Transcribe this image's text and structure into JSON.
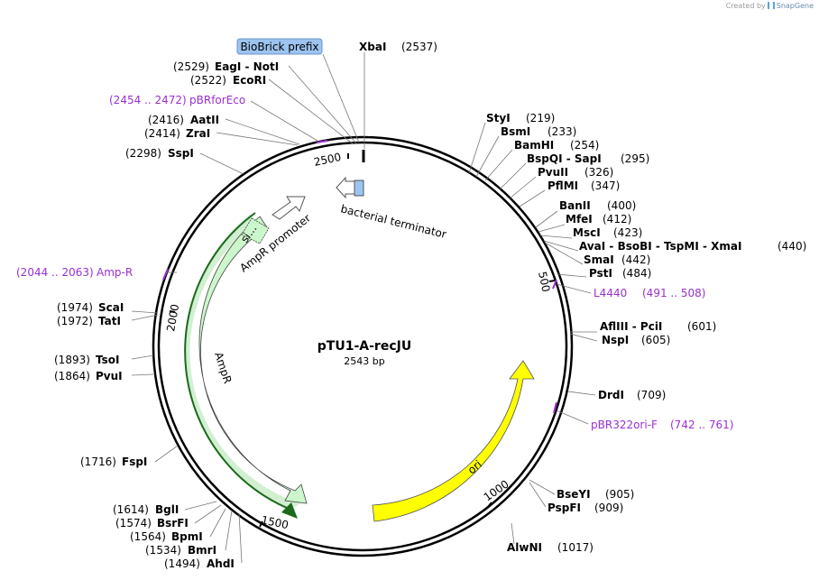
{
  "watermark": {
    "created_by": "Created by",
    "brand": "SnapGene"
  },
  "plasmid": {
    "name": "pTU1-A-recJU",
    "length_label": "2543 bp",
    "length": 2543
  },
  "ticks": [
    "500",
    "1000",
    "1500",
    "2000",
    "2500"
  ],
  "features": [
    {
      "id": "biobrick",
      "label": "BioBrick prefix"
    },
    {
      "id": "terminator",
      "label": "bacterial terminator"
    },
    {
      "id": "ampr_promoter",
      "label": "AmpR promoter"
    },
    {
      "id": "ampr",
      "label": "AmpR"
    },
    {
      "id": "sig",
      "label": "si..."
    },
    {
      "id": "ori",
      "label": "ori"
    }
  ],
  "sites_right": [
    {
      "name": "XbaI",
      "pos": "(2537)"
    },
    {
      "name": "StyI",
      "pos": "(219)"
    },
    {
      "name": "BsmI",
      "pos": "(233)"
    },
    {
      "name": "BamHI",
      "pos": "(254)"
    },
    {
      "name": "BspQI - SapI",
      "pos": "(295)"
    },
    {
      "name": "PvuII",
      "pos": "(326)"
    },
    {
      "name": "PflMI",
      "pos": "(347)"
    },
    {
      "name": "BanII",
      "pos": "(400)"
    },
    {
      "name": "MfeI",
      "pos": "(412)"
    },
    {
      "name": "MscI",
      "pos": "(423)"
    },
    {
      "name": "AvaI - BsoBI - TspMI - XmaI",
      "pos": "(440)"
    },
    {
      "name": "SmaI",
      "pos": "(442)"
    },
    {
      "name": "PstI",
      "pos": "(484)"
    },
    {
      "name": "AflIII - PciI",
      "pos": "(601)"
    },
    {
      "name": "NspI",
      "pos": "(605)"
    },
    {
      "name": "DrdI",
      "pos": "(709)"
    },
    {
      "name": "BseYI",
      "pos": "(905)"
    },
    {
      "name": "PspFI",
      "pos": "(909)"
    },
    {
      "name": "AlwNI",
      "pos": "(1017)"
    }
  ],
  "sites_left": [
    {
      "name": "EagI - NotI",
      "pos": "(2529)"
    },
    {
      "name": "EcoRI",
      "pos": "(2522)"
    },
    {
      "name": "AatII",
      "pos": "(2416)"
    },
    {
      "name": "ZraI",
      "pos": "(2414)"
    },
    {
      "name": "SspI",
      "pos": "(2298)"
    },
    {
      "name": "ScaI",
      "pos": "(1974)"
    },
    {
      "name": "TatI",
      "pos": "(1972)"
    },
    {
      "name": "TsoI",
      "pos": "(1893)"
    },
    {
      "name": "PvuI",
      "pos": "(1864)"
    },
    {
      "name": "FspI",
      "pos": "(1716)"
    },
    {
      "name": "BglI",
      "pos": "(1614)"
    },
    {
      "name": "BsrFI",
      "pos": "(1574)"
    },
    {
      "name": "BpmI",
      "pos": "(1564)"
    },
    {
      "name": "BmrI",
      "pos": "(1534)"
    },
    {
      "name": "AhdI",
      "pos": "(1494)"
    }
  ],
  "primers": [
    {
      "name": "pBRforEco",
      "range": "(2454 .. 2472)"
    },
    {
      "name": "Amp-R",
      "range": "(2044 .. 2063)"
    },
    {
      "name": "L4440",
      "range": "(491 .. 508)"
    },
    {
      "name": "pBR322ori-F",
      "range": "(742 .. 761)"
    }
  ],
  "colors": {
    "ampr": "#ccf7cc",
    "ori": "#ffff00",
    "primer": "#9b30d0",
    "biobrick": "#9dc3f0",
    "terminator": "#9dc3f0"
  }
}
